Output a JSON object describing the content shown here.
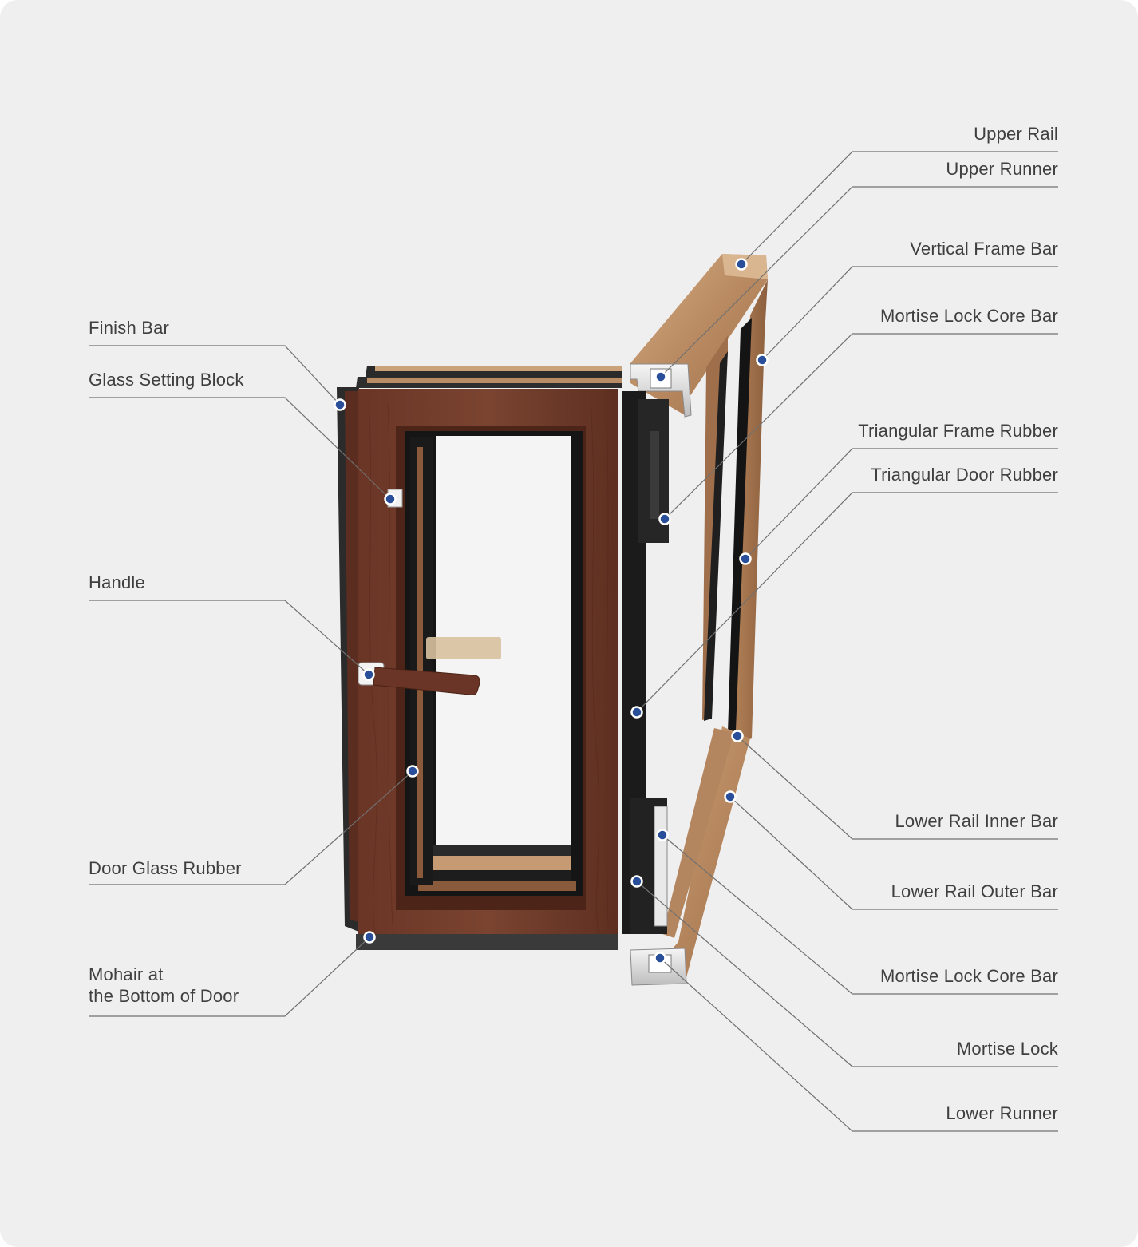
{
  "colors": {
    "background": "#efefef",
    "leader_line": "#707070",
    "marker": "#2a4f9a",
    "wood_light": "#c39a72",
    "wood_dark": "#6e3b28",
    "frame_black": "#1c1c1c"
  },
  "labels_left": [
    "Finish Bar",
    "Glass Setting Block",
    "Handle",
    "Door Glass Rubber",
    "Mohair at",
    "the Bottom of Door"
  ],
  "labels_right": [
    "Upper Rail",
    "Upper Runner",
    "Vertical Frame Bar",
    "Mortise Lock Core Bar",
    "Triangular Frame Rubber",
    "Triangular Door Rubber",
    "Lower Rail Inner Bar",
    "Lower Rail Outer Bar",
    "Mortise Lock Core Bar",
    "Mortise Lock",
    "Lower Runner"
  ]
}
